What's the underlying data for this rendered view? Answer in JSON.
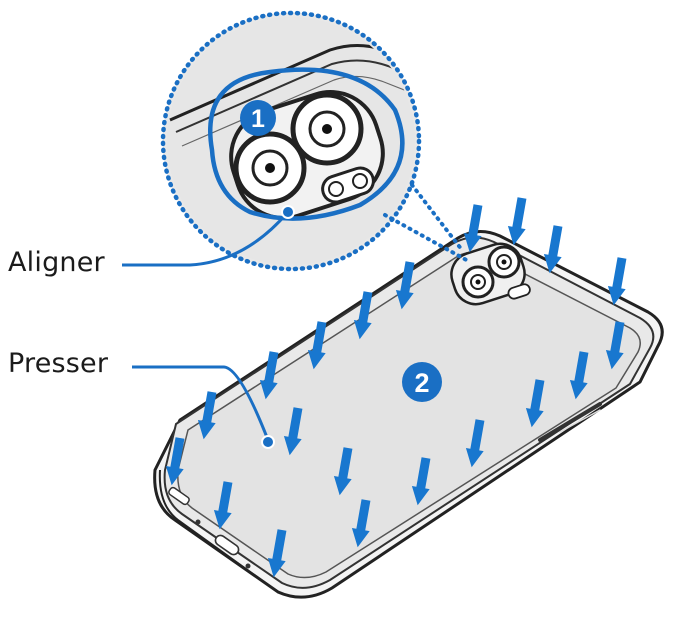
{
  "labels": {
    "aligner": "Aligner",
    "presser": "Presser"
  },
  "steps": {
    "step1": "1",
    "step2": "2"
  },
  "colors": {
    "accent_blue": "#1a6fc4",
    "arrow_blue": "#1877cf",
    "outline": "#222222",
    "film_gray": "#e6e6e6",
    "frame_gray": "#cfcfcf"
  }
}
